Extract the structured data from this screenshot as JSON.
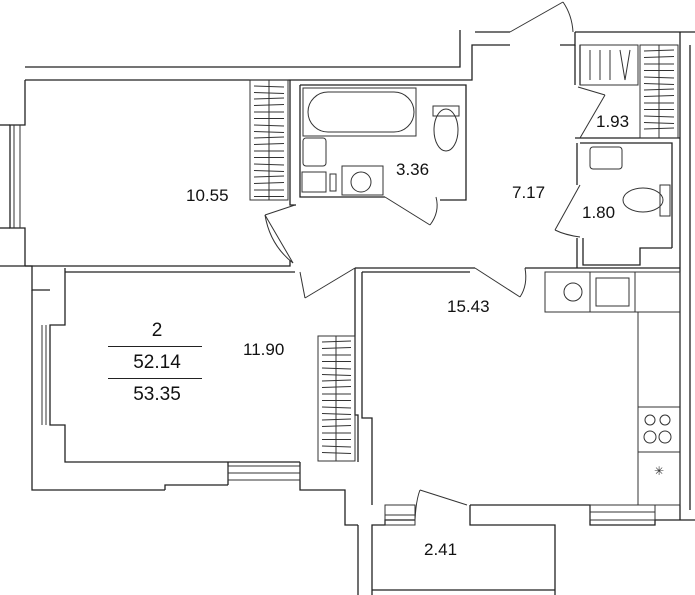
{
  "summary": {
    "rooms": "2",
    "living_area": "52.14",
    "total_area": "53.35"
  },
  "rooms": [
    {
      "id": "bedroom-1",
      "area": "10.55"
    },
    {
      "id": "bathroom",
      "area": "3.36"
    },
    {
      "id": "hall",
      "area": "7.17"
    },
    {
      "id": "closet",
      "area": "1.93"
    },
    {
      "id": "wc",
      "area": "1.80"
    },
    {
      "id": "bedroom-2",
      "area": "11.90"
    },
    {
      "id": "kitchen-living",
      "area": "15.43"
    },
    {
      "id": "balcony",
      "area": "2.41"
    }
  ]
}
